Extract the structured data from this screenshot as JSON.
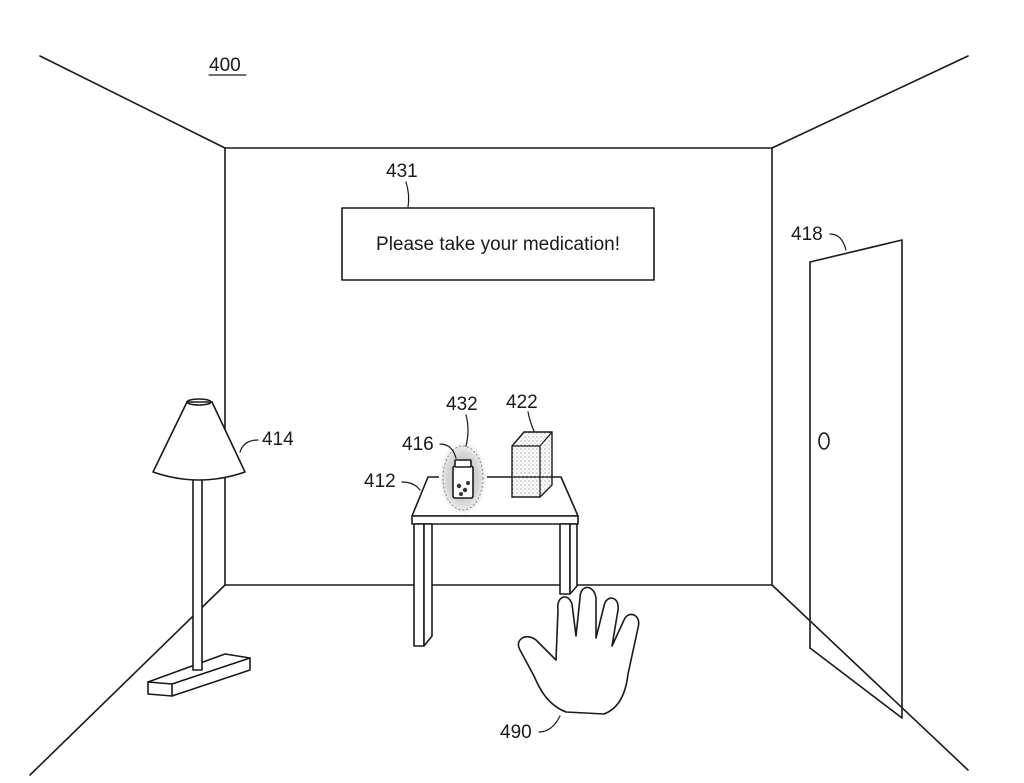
{
  "figure": {
    "number": "400",
    "notification_text": "Please take your medication!",
    "labels": {
      "notification": "431",
      "highlight": "432",
      "box": "422",
      "pill_bottle": "416",
      "table": "412",
      "lamp": "414",
      "door": "418",
      "hand": "490"
    }
  }
}
